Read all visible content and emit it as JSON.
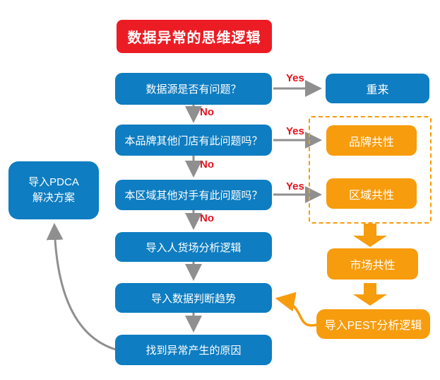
{
  "title": "数据异常的思维逻辑",
  "flow": {
    "q1": "数据源是否有问题？",
    "q2": "本品牌其他门店有此问题吗？",
    "q3": "本区域其他对手有此问题吗？",
    "s4": "导入人货场分析逻辑",
    "s5": "导入数据判断趋势",
    "s6": "找到异常产生的原因"
  },
  "side": {
    "redo": "重来",
    "brand": "品牌共性",
    "region": "区域共性",
    "market": "市场共性",
    "pest": "导入PEST分析逻辑"
  },
  "left_box": {
    "pdca_line1": "导入PDCA",
    "pdca_line2": "解决方案"
  },
  "labels": {
    "yes": "Yes",
    "no": "No"
  },
  "colors": {
    "blue": "#0E7DC1",
    "orange": "#F79C0C",
    "red": "#EC1C24",
    "label_red": "#E3121B",
    "arrow_gray": "#8F8F8F",
    "text_white": "#FFFFFF"
  }
}
